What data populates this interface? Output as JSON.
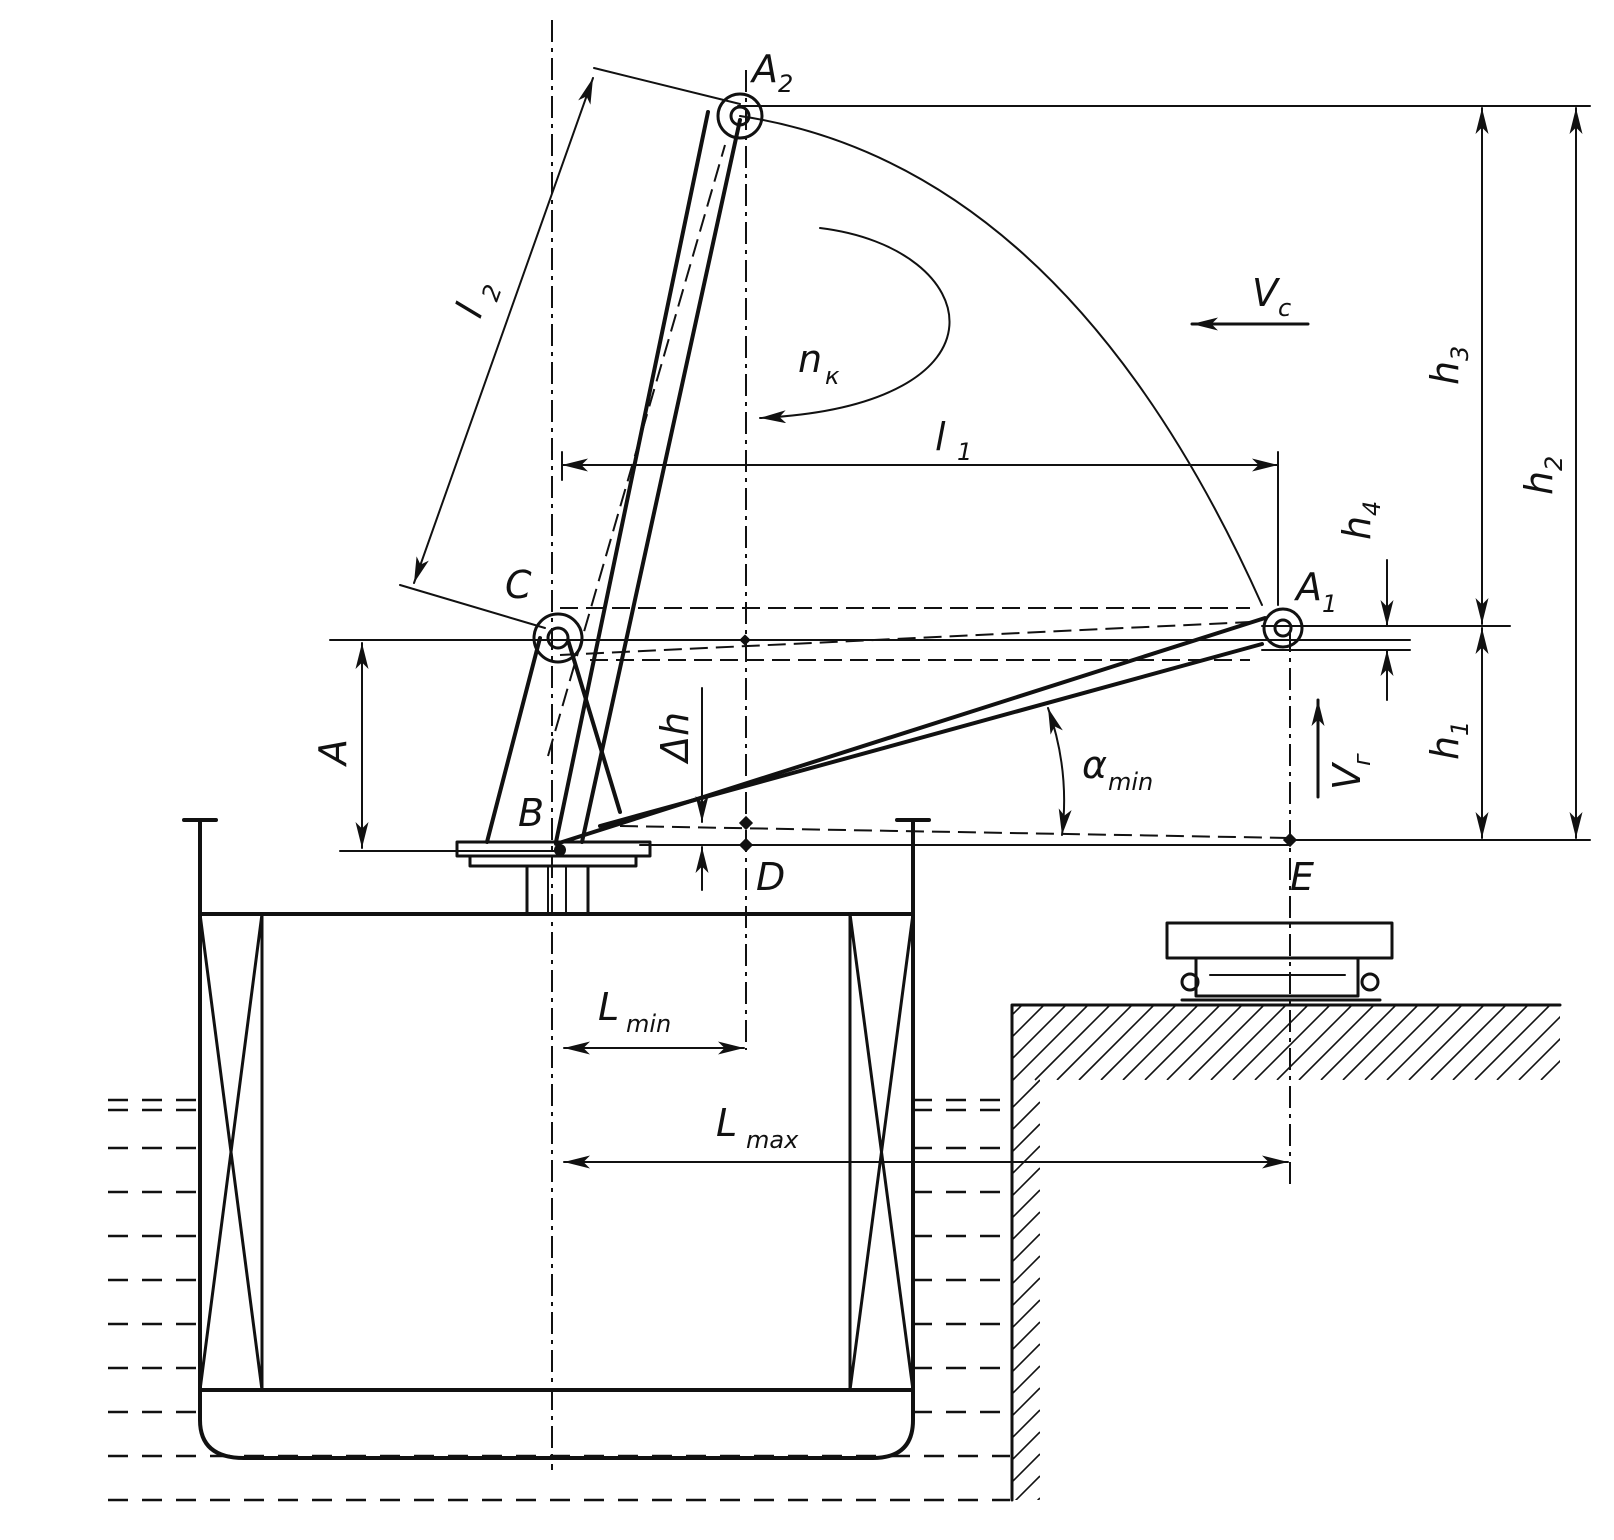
{
  "labels": {
    "a2": {
      "main": "A",
      "sub": "2"
    },
    "a1": {
      "main": "A",
      "sub": "1"
    },
    "b": {
      "main": "B"
    },
    "c": {
      "main": "C"
    },
    "d": {
      "main": "D"
    },
    "e": {
      "main": "E"
    },
    "l1": {
      "main": "l",
      "sub": "1"
    },
    "l2": {
      "main": "l",
      "sub": "2"
    },
    "h1": {
      "main": "h",
      "sub": "1"
    },
    "h2": {
      "main": "h",
      "sub": "2"
    },
    "h3": {
      "main": "h",
      "sub": "3"
    },
    "h4": {
      "main": "h",
      "sub": "4"
    },
    "a": {
      "main": "A"
    },
    "dh": {
      "main": "Δh"
    },
    "vc": {
      "main": "V",
      "sub": "c"
    },
    "vg": {
      "main": "V",
      "sub": "г"
    },
    "nk": {
      "main": "n",
      "sub": "к"
    },
    "amin": {
      "main": "α",
      "sub": "min"
    },
    "lmin": {
      "main": "L",
      "sub": "min"
    },
    "lmax": {
      "main": "L",
      "sub": "max"
    }
  }
}
